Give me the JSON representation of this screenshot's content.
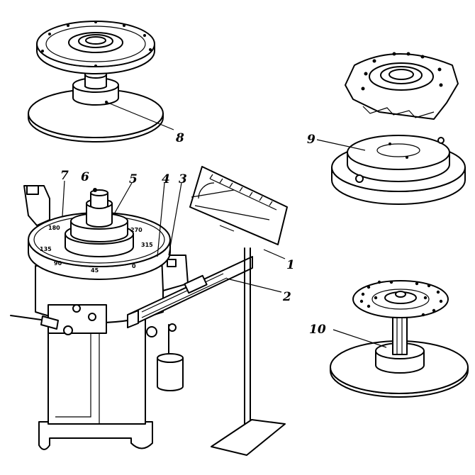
{
  "callouts": {
    "c1": "1",
    "c2": "2",
    "c3": "3",
    "c4": "4",
    "c5": "5",
    "c6": "6",
    "c7": "7",
    "c8": "8",
    "c9": "9",
    "c10": "10"
  },
  "dial": {
    "d180": "180",
    "d270": "270",
    "d135": "135",
    "d315": "315",
    "d90": "90",
    "d45": "45",
    "d0": "0"
  },
  "colors": {
    "ink": "#000000",
    "paper": "#ffffff"
  }
}
